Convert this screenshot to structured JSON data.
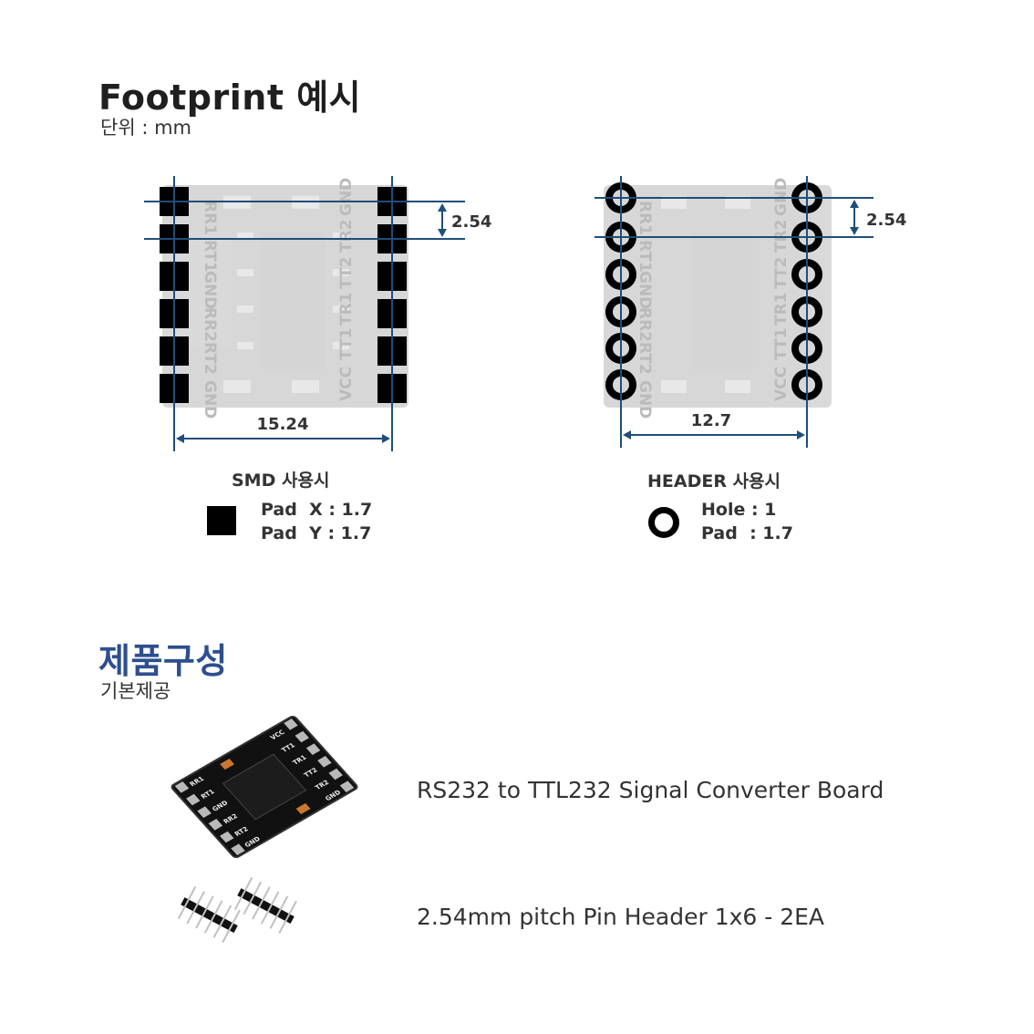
{
  "footprint": {
    "title": "Footprint 예시",
    "unit_label": "단위 : mm",
    "board_labels": {
      "left": [
        "RR1",
        "RT1",
        "GND",
        "RR2",
        "RT2",
        "GND"
      ],
      "right": [
        "VCC",
        "TT1",
        "TR1",
        "TT2",
        "TR2",
        "GND"
      ]
    },
    "smd": {
      "pitch": "2.54",
      "span": "15.24",
      "caption": "SMD 사용시",
      "spec_line1": "Pad  X : 1.7",
      "spec_line2": "Pad  Y : 1.7"
    },
    "header": {
      "pitch": "2.54",
      "span": "12.7",
      "caption": "HEADER 사용시",
      "spec_line1": "Hole : 1",
      "spec_line2": "Pad  : 1.7"
    }
  },
  "components": {
    "title": "제품구성",
    "subtitle": "기본제공",
    "items": [
      {
        "label": "RS232 to TTL232 Signal Converter Board"
      },
      {
        "label": "2.54mm pitch Pin Header 1x6 - 2EA"
      }
    ],
    "board_silk": [
      "RR1",
      "RT1",
      "GND",
      "RR2",
      "RT2",
      "GND",
      "VCC",
      "TT1",
      "TR1",
      "TT2",
      "TR2",
      "GND"
    ]
  },
  "colors": {
    "dimension_line": "#1f4e79",
    "pad": "#000000",
    "title_accent": "#2e4f8e"
  }
}
